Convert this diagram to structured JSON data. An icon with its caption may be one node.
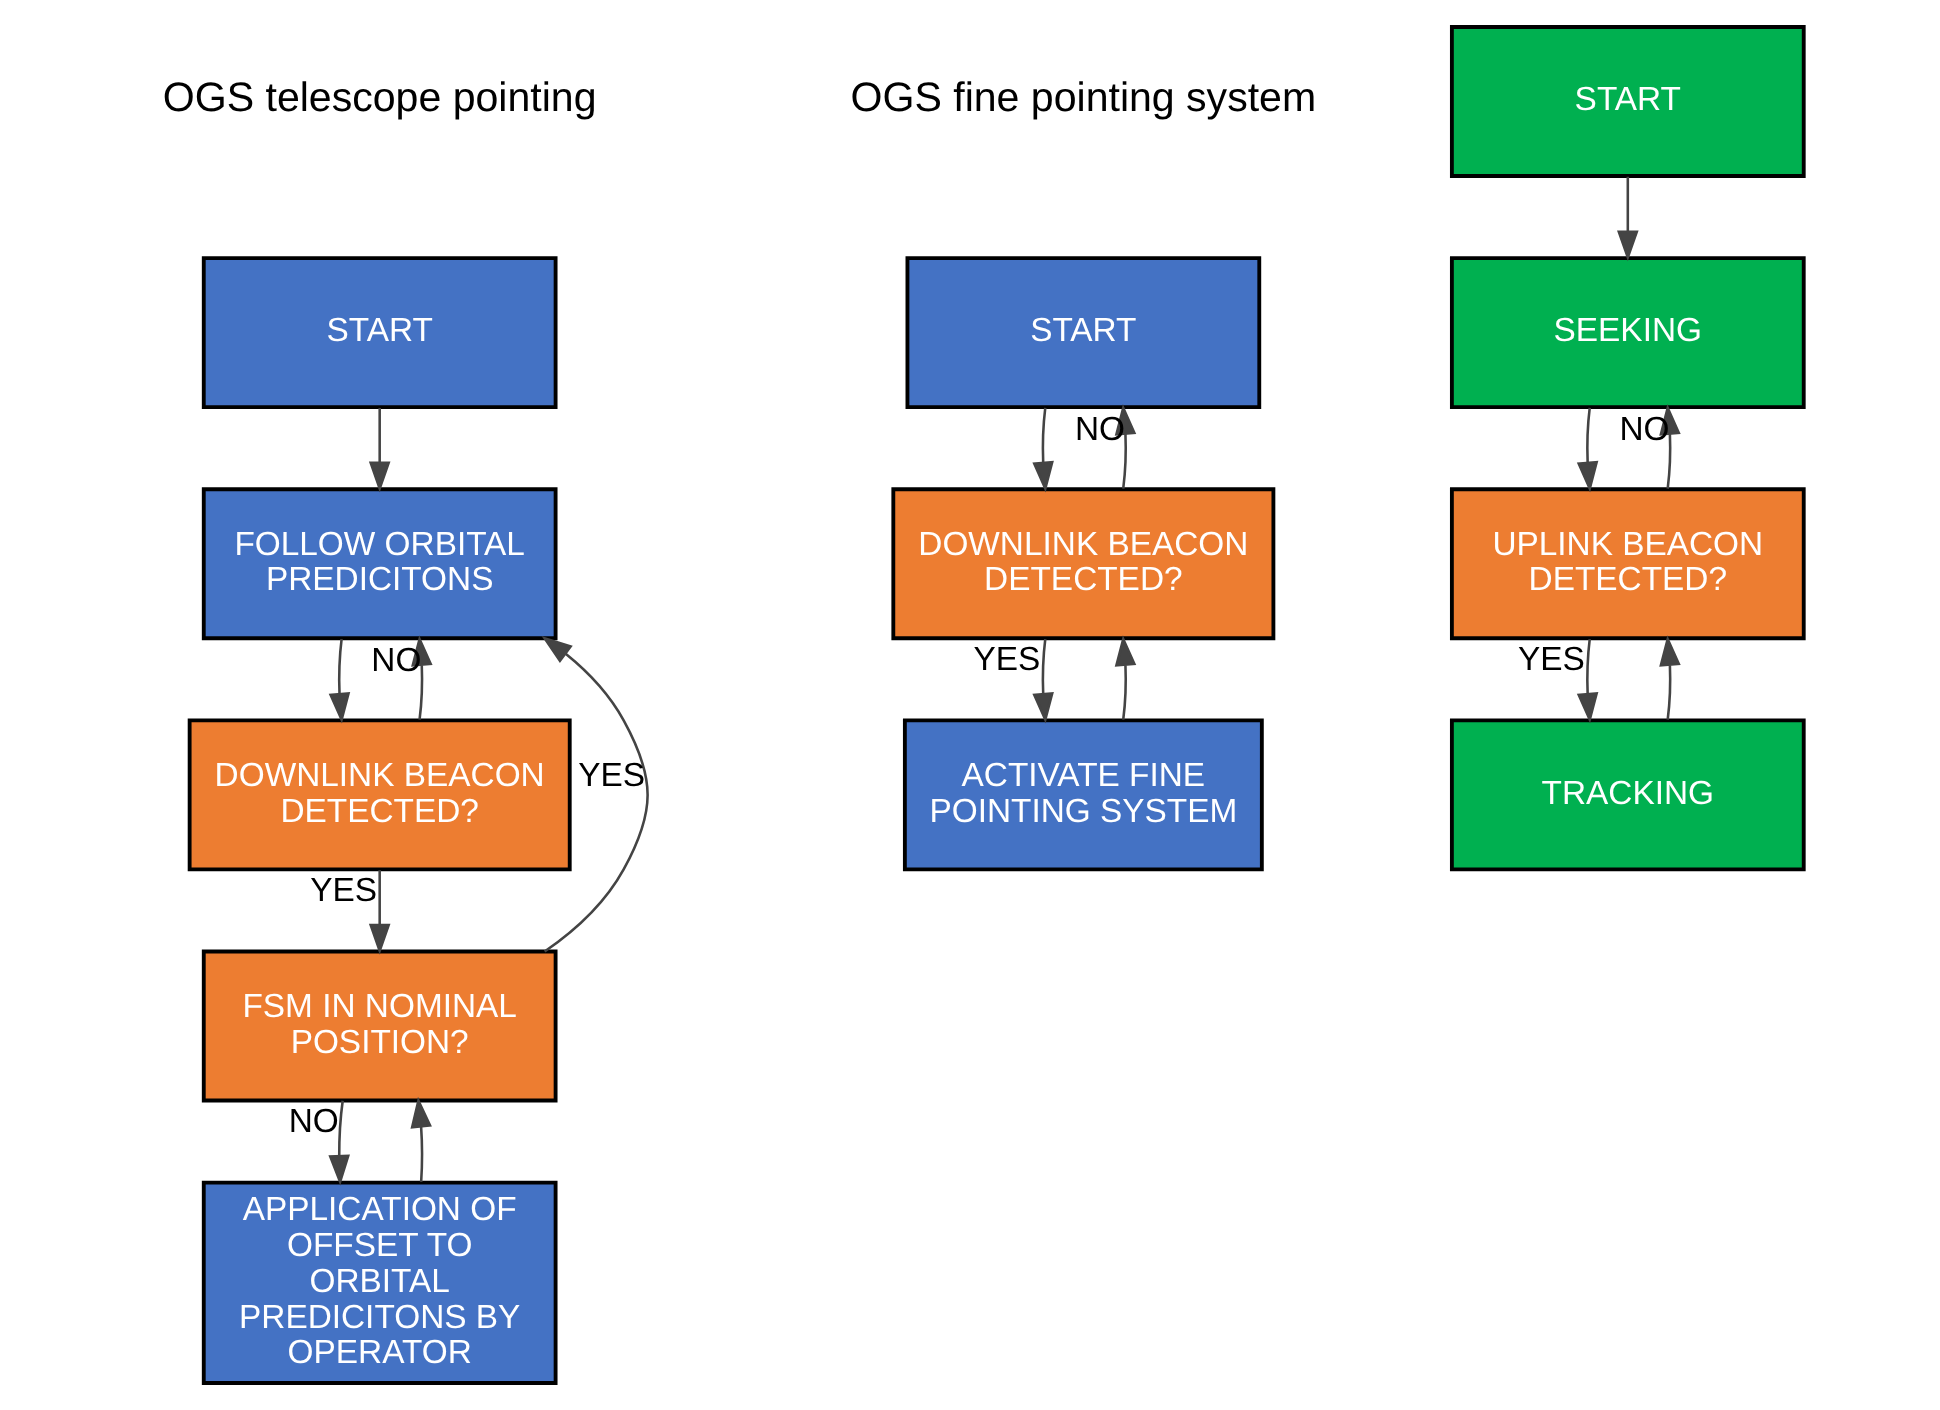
{
  "diagram": {
    "nodes": [
      {
        "text": [
          "START"
        ]
      },
      {
        "text": [
          "FOLLOW ORBITAL PREDICITONS"
        ]
      },
      {
        "text": [
          "DOWNLINK BEACON DETECTED?"
        ]
      },
      {
        "text": [
          "FSM IN NOMINAL POSITION?"
        ]
      },
      {
        "text": [
          "APPLICATION OF OFFSET TO ORBITAL PREDICITONS BY OPERATOR"
        ]
      },
      {
        "text": [
          "START"
        ]
      },
      {
        "text": [
          "DOWNLINK BEACON DETECTED?"
        ]
      },
      {
        "text": [
          "ACTIVATE FINE POINTING SYSTEM"
        ]
      },
      {
        "text": [
          "START"
        ]
      },
      {
        "text": [
          "SEEKING"
        ]
      },
      {
        "text": [
          "UPLINK BEACON DETECTED?"
        ]
      },
      {
        "text": [
          "TRACKING"
        ]
      }
    ],
    "edges": [
      {
        "from": 0,
        "to": 1,
        "arrow": "to"
      },
      {
        "from": 1,
        "to": 2,
        "arrow": "to"
      },
      {
        "from": 2,
        "to": 1,
        "arrow": "to",
        "label": "NO"
      },
      {
        "from": 2,
        "to": 3,
        "arrow": "to",
        "label": "YES"
      },
      {
        "from": 3,
        "to": 1,
        "arrow": "to",
        "label": "YES"
      },
      {
        "from": 3,
        "to": 4,
        "arrow": "to",
        "label": "NO"
      },
      {
        "from": 4,
        "to": 3,
        "arrow": "to"
      },
      {
        "from": 5,
        "to": 6,
        "arrow": "to"
      },
      {
        "from": 6,
        "to": 5,
        "arrow": "to",
        "label": "NO"
      },
      {
        "from": 6,
        "to": 7,
        "arrow": "to",
        "label": "YES"
      },
      {
        "from": 7,
        "to": 6,
        "arrow": "to"
      },
      {
        "from": 8,
        "to": 9,
        "arrow": "to"
      },
      {
        "from": 9,
        "to": 10,
        "arrow": "to"
      },
      {
        "from": 10,
        "to": 9,
        "arrow": "to",
        "label": "NO"
      },
      {
        "from": 10,
        "to": 11,
        "arrow": "to",
        "label": "YES"
      },
      {
        "from": 11,
        "to": 10,
        "arrow": "to"
      }
    ],
    "labels": [
      "OGS telescope pointing",
      "OGS fine pointing system"
    ]
  }
}
